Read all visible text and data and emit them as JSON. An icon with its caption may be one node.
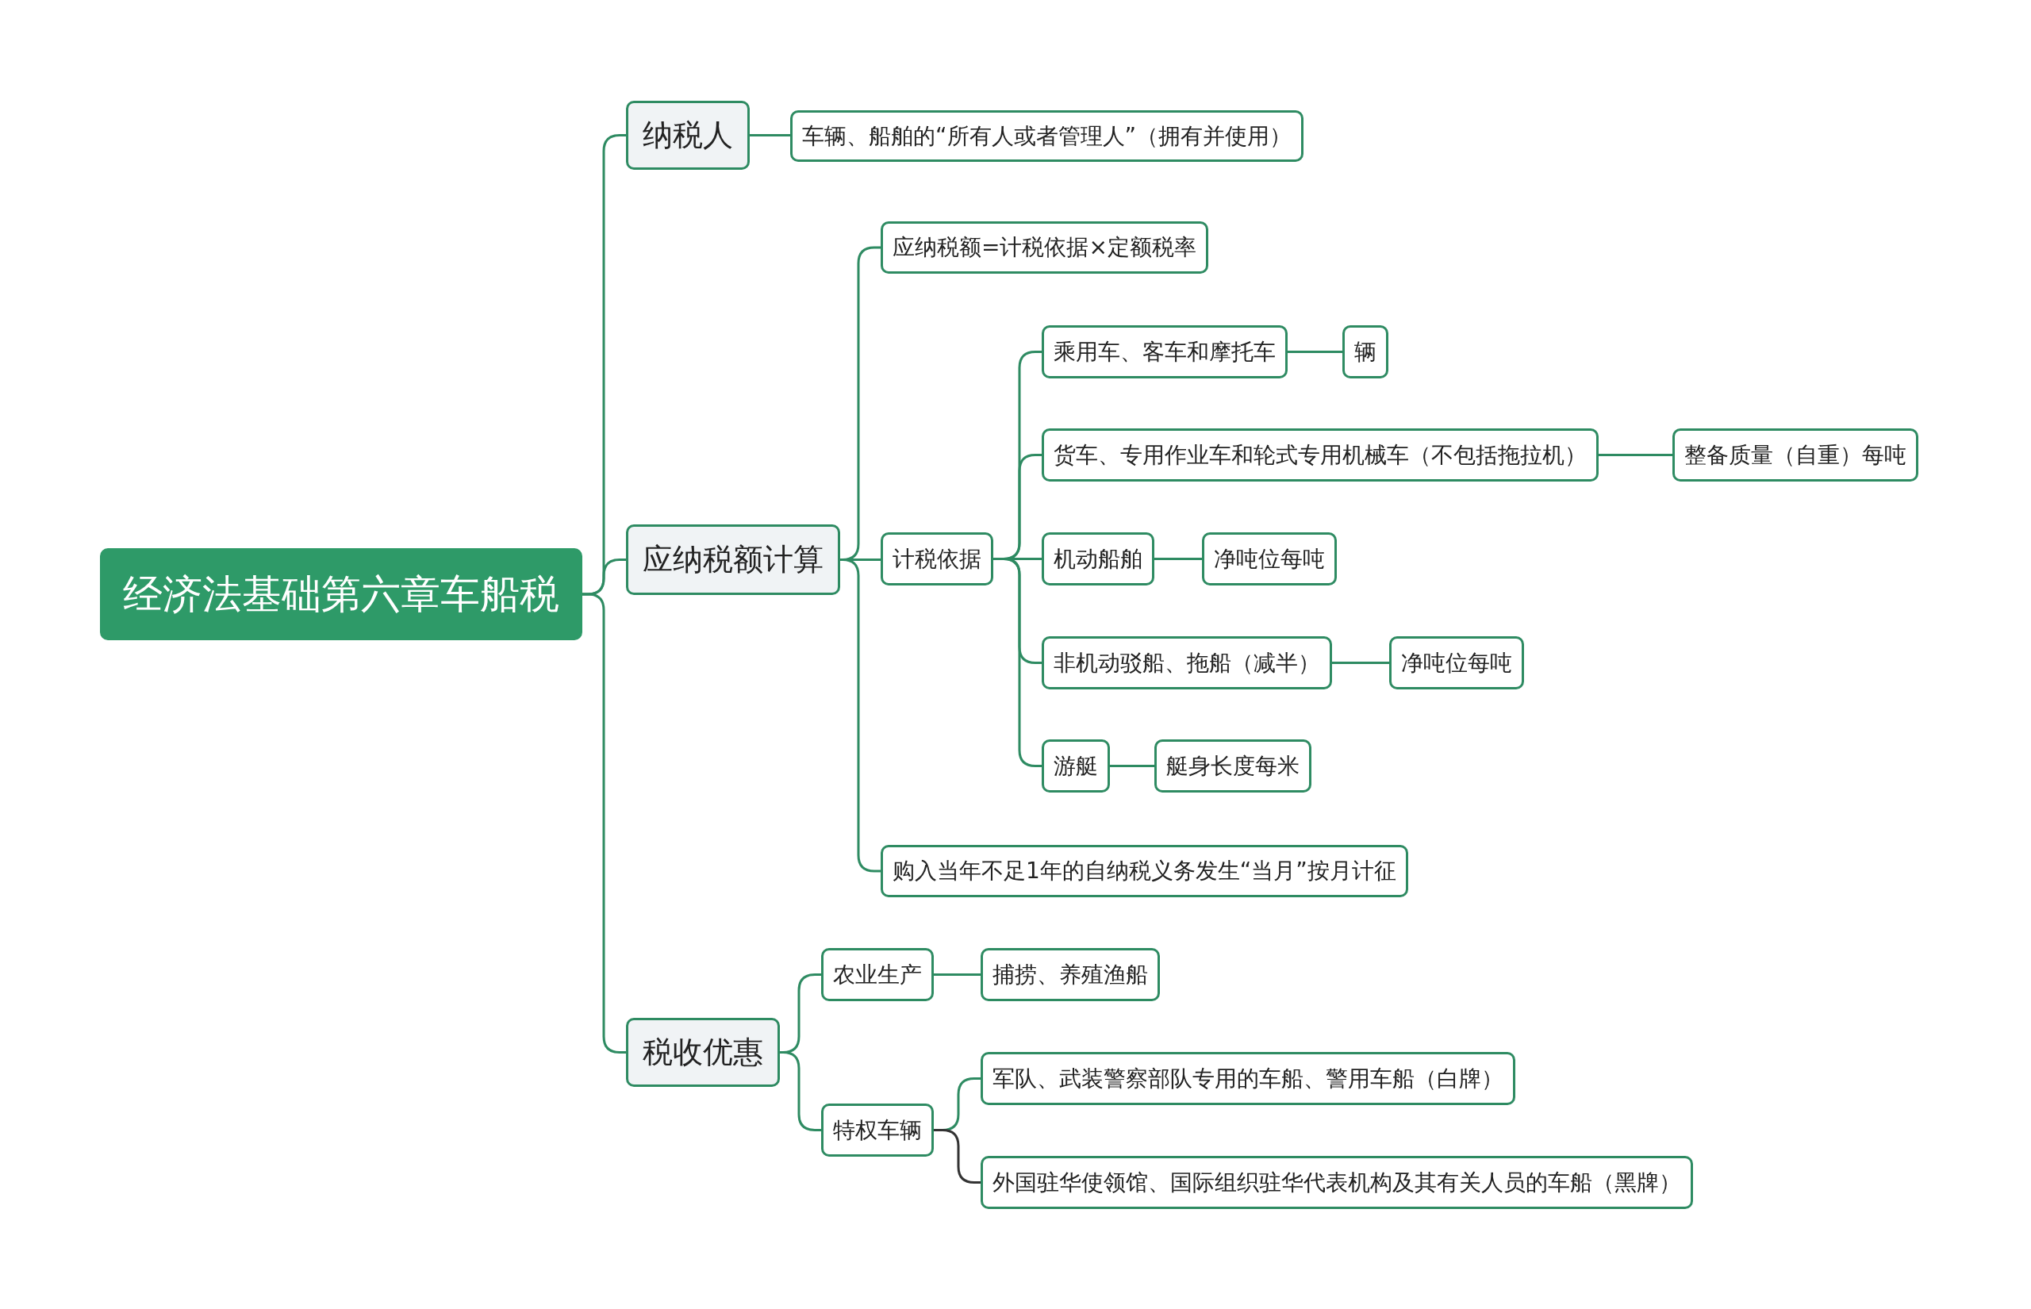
{
  "diagram": {
    "nodes": [
      {
        "text": [
          "经济法基础第六章车船税"
        ]
      },
      {
        "text": [
          "纳税人"
        ]
      },
      {
        "text": [
          "车辆、船舶的“所有人或者管理人”（拥有并使用）"
        ]
      },
      {
        "text": [
          "应纳税额计算"
        ]
      },
      {
        "text": [
          "应纳税额=计税依据×定额税率"
        ]
      },
      {
        "text": [
          "计税依据"
        ]
      },
      {
        "text": [
          "乘用车、客车和摩托车"
        ]
      },
      {
        "text": [
          "辆"
        ]
      },
      {
        "text": [
          "货车、专用作业车和轮式专用机械车（不包括拖拉机）"
        ]
      },
      {
        "text": [
          "整备质量（自重）每吨"
        ]
      },
      {
        "text": [
          "机动船舶"
        ]
      },
      {
        "text": [
          "净吨位每吨"
        ]
      },
      {
        "text": [
          "非机动驳船、拖船（减半）"
        ]
      },
      {
        "text": [
          "净吨位每吨"
        ]
      },
      {
        "text": [
          "游艇"
        ]
      },
      {
        "text": [
          "艇身长度每米"
        ]
      },
      {
        "text": [
          "购入当年不足1年的自纳税义务发生“当月”按月计征"
        ]
      },
      {
        "text": [
          "税收优惠"
        ]
      },
      {
        "text": [
          "农业生产"
        ]
      },
      {
        "text": [
          "捕捞、养殖渔船"
        ]
      },
      {
        "text": [
          "特权车辆"
        ]
      },
      {
        "text": [
          "军队、武装警察部队专用的车船、警用车船（白牌）"
        ]
      },
      {
        "text": [
          "外国驻华使领馆、国际组织驻华代表机构及其有关人员的车船（黑牌）"
        ]
      }
    ],
    "edges": [
      {
        "from": 0,
        "to": 1,
        "arrow": "none"
      },
      {
        "from": 1,
        "to": 2,
        "arrow": "none"
      },
      {
        "from": 0,
        "to": 3,
        "arrow": "none"
      },
      {
        "from": 3,
        "to": 4,
        "arrow": "none"
      },
      {
        "from": 3,
        "to": 5,
        "arrow": "none"
      },
      {
        "from": 5,
        "to": 6,
        "arrow": "none"
      },
      {
        "from": 6,
        "to": 7,
        "arrow": "none"
      },
      {
        "from": 5,
        "to": 8,
        "arrow": "none"
      },
      {
        "from": 8,
        "to": 9,
        "arrow": "none"
      },
      {
        "from": 5,
        "to": 10,
        "arrow": "none"
      },
      {
        "from": 10,
        "to": 11,
        "arrow": "none"
      },
      {
        "from": 5,
        "to": 12,
        "arrow": "none"
      },
      {
        "from": 12,
        "to": 13,
        "arrow": "none"
      },
      {
        "from": 5,
        "to": 14,
        "arrow": "none"
      },
      {
        "from": 14,
        "to": 15,
        "arrow": "none"
      },
      {
        "from": 3,
        "to": 16,
        "arrow": "none"
      },
      {
        "from": 0,
        "to": 17,
        "arrow": "none"
      },
      {
        "from": 17,
        "to": 18,
        "arrow": "none"
      },
      {
        "from": 18,
        "to": 19,
        "arrow": "none"
      },
      {
        "from": 17,
        "to": 20,
        "arrow": "none"
      },
      {
        "from": 20,
        "to": 21,
        "arrow": "none"
      },
      {
        "from": 20,
        "to": 22,
        "arrow": "none",
        "color": "#333333"
      }
    ]
  }
}
